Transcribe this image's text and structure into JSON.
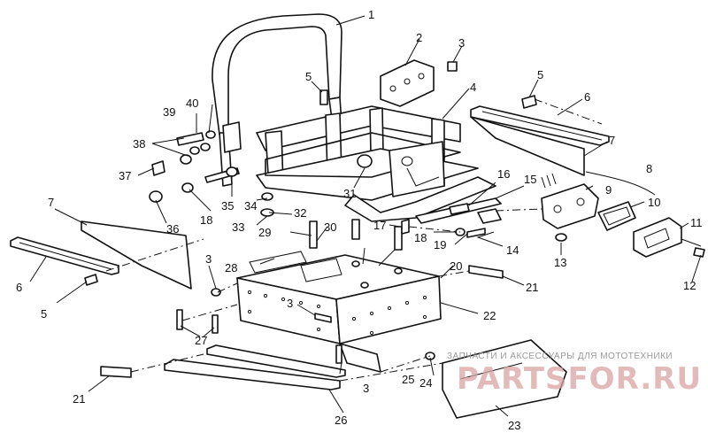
{
  "callouts": [
    "1",
    "2",
    "3",
    "4",
    "5",
    "5",
    "5",
    "6",
    "6",
    "7",
    "7",
    "8",
    "9",
    "10",
    "11",
    "12",
    "13",
    "14",
    "15",
    "16",
    "17",
    "18",
    "18",
    "19",
    "20",
    "21",
    "21",
    "22",
    "23",
    "24",
    "25",
    "26",
    "27",
    "28",
    "29",
    "30",
    "31",
    "32",
    "33",
    "34",
    "35",
    "36",
    "37",
    "38",
    "39",
    "40",
    "3",
    "3",
    "3"
  ],
  "watermark": {
    "caption": "ЗАПЧАСТИ И АКСЕССУАРЫ ДЛЯ МОТОТЕХНИКИ",
    "brand": "PARTSFOR.RU"
  }
}
